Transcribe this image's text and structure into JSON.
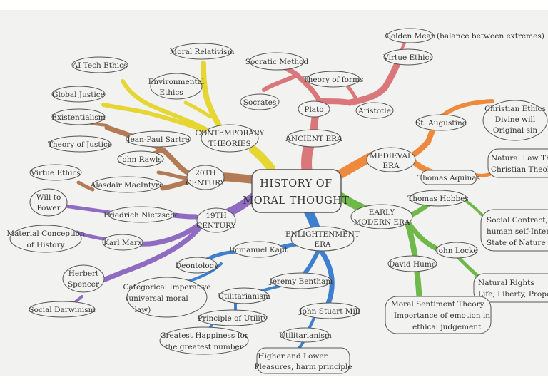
{
  "central": [
    "HISTORY OF",
    "MORAL THOUGHT"
  ],
  "branches": {
    "ancient": {
      "title": [
        "ANCIENT ERA"
      ],
      "color": "#d9777b",
      "socratic_method": "Socratic Method",
      "socrates": "Socrates",
      "plato": "Plato",
      "theory_of_forms": "Theory of forms",
      "aristotle": "Aristotle",
      "virtue_ethics": "Virtue Ethics",
      "golden_mean": "Golden Mean",
      "golden_mean_note": "(balance between extremes)"
    },
    "medieval": {
      "title": [
        "MEDIEVAL",
        "ERA"
      ],
      "color": "#ee8a3d",
      "augustine": "St. Augustine",
      "augustine_ideas": [
        "Christian Ethics",
        "Divine will",
        "Original sin"
      ],
      "aquinas": "Thomas Aquinas",
      "aquinas_ideas": [
        "Natural Law Theory",
        "Christian Theology"
      ]
    },
    "early_modern": {
      "title": [
        "EARLY",
        "MODERN ERA"
      ],
      "color": "#6fb84a",
      "hobbes": "Thomas Hobbes",
      "hobbes_ideas": [
        "Social Contract,",
        "human self-Interest",
        "State of Nature"
      ],
      "locke": "John Locke",
      "locke_ideas": [
        "Natural Rights",
        "Life, Liberty, Property"
      ],
      "hume": "David Hume",
      "hume_ideas": [
        "Moral Sentiment Theory",
        "Importance of emotion in",
        "ethical judgement"
      ]
    },
    "enlightenment": {
      "title": [
        "ENLIGHTENMENT",
        "ERA"
      ],
      "color": "#3f7fcf",
      "kant": "Immanuel Kant",
      "deontology": "Deontology",
      "categorical": [
        "Categorical Imperative",
        "(universal moral",
        "law)"
      ],
      "bentham": "Jeremy Bentham",
      "utilitarianism": "Utilitarianism",
      "principle_utility": "Principle of Utility",
      "greatest_happiness": [
        "Greatest Happiness for",
        "the greatest number"
      ],
      "mill": "John Stuart Mill",
      "utilitarianism_2": "Utilitarianism",
      "higher_lower": [
        "Higher and Lower",
        "Pleasures, harm principle"
      ]
    },
    "c19": {
      "title": [
        "19TH",
        "CENTURY"
      ],
      "color": "#8f6bc2",
      "nietzsche": "Friedrich Nietzsche",
      "will_to_power": [
        "Will to",
        "Power"
      ],
      "marx": "Karl Marx",
      "material_conception": [
        "Material Conception",
        "of History"
      ],
      "spencer": [
        "Herbert",
        "Spencer"
      ],
      "social_darwinism": "Social Darwinism"
    },
    "c20": {
      "title": [
        "20TH",
        "CENTURY"
      ],
      "color": "#b27a55",
      "sartre": "Jean-Paul Sartre",
      "existentialism": "Existentialism",
      "rawls": "John Rawls",
      "theory_justice": "Theory of Justice",
      "macintyre": "Alasdair MacIntyre",
      "virtue_ethics": "Virtue Ethics"
    },
    "contemporary": {
      "title": [
        "CONTEMPORARY",
        "THEORIES"
      ],
      "color": "#e6d633",
      "moral_relativism": "Moral Relativism",
      "environmental": [
        "Environmental",
        "Ethics"
      ],
      "ai_tech": "AI Tech Ethics",
      "global_justice": "Global Justice"
    }
  }
}
